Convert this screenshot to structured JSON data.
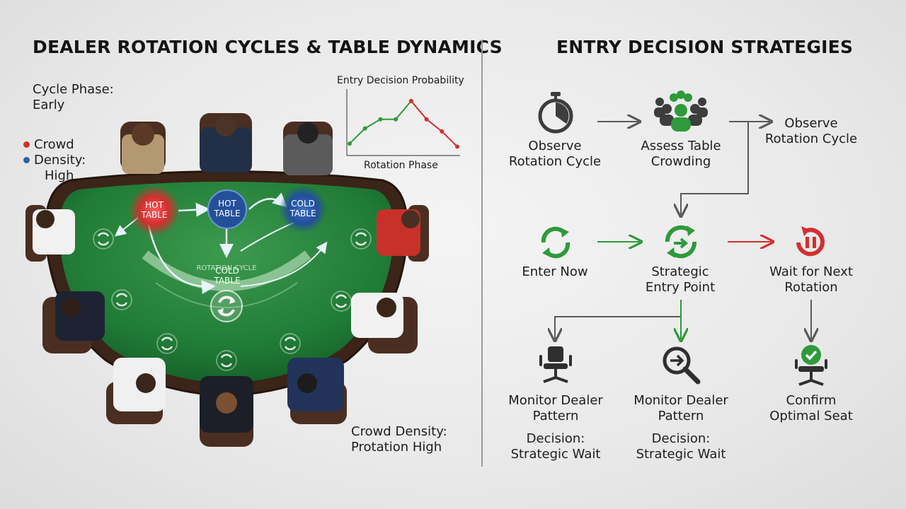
{
  "left": {
    "title": "DEALER ROTATION CYCLES & TABLE DYNAMICS",
    "cycle_phase_label": "Cycle Phase:",
    "cycle_phase_value": "Early",
    "legend": {
      "crowd": "Crowd",
      "density": "Density:",
      "density_value": "High",
      "crowd_color": "#d32f2f",
      "density_color": "#2e5fa8"
    },
    "chart": {
      "title": "Entry Decision Probability",
      "xlabel": "Rotation Phase"
    },
    "table": {
      "hot_1": [
        "HOT",
        "TABLE"
      ],
      "hot_2": [
        "HOT",
        "TABLE"
      ],
      "cold_1": [
        "COLD",
        "TABLE"
      ],
      "cold_2": [
        "COLD",
        "TABLE"
      ],
      "arc_text": "ROTATION CYCLE"
    },
    "bottom_label_1": "Crowd Density:",
    "bottom_label_2": "Protation High"
  },
  "right": {
    "title": "ENTRY DECISION STRATEGIES",
    "nodes": {
      "observe_1": [
        "Observe",
        "Rotation Cycle"
      ],
      "assess": [
        "Assess Table",
        "Crowding"
      ],
      "observe_2": [
        "Observe",
        "Rotation Cycle"
      ],
      "enter_now": [
        "Enter Now"
      ],
      "strategic": [
        "Strategic",
        "Entry Point"
      ],
      "wait": [
        "Wait for Next",
        "Rotation"
      ],
      "monitor_1": [
        "Monitor Dealer",
        "Pattern"
      ],
      "decision_1": [
        "Decision:",
        "Strategic Wait"
      ],
      "monitor_2": [
        "Monitor Dealer",
        "Pattern"
      ],
      "decision_2": [
        "Decision:",
        "Strategic Wait"
      ],
      "confirm": [
        "Confirm",
        "Optimal Seat"
      ]
    },
    "colors": {
      "green": "#2e9a3a",
      "red": "#d32f2f",
      "grey": "#5a5a5a"
    },
    "icons": [
      "stopwatch-icon",
      "crowd-icon",
      "refresh-green-icon",
      "refresh-cycle-icon",
      "pause-icon",
      "office-chair-icon",
      "magnifier-icon",
      "checked-chair-icon"
    ]
  },
  "chart_data": {
    "type": "line",
    "title": "Entry Decision Probability",
    "xlabel": "Rotation Phase",
    "ylabel": "",
    "series": [
      {
        "color": "#2e9a3a",
        "x": [
          0,
          1,
          2,
          3,
          4
        ],
        "y": [
          0.15,
          0.4,
          0.55,
          0.55,
          0.85
        ]
      },
      {
        "color": "#d32f2f",
        "x": [
          4,
          5,
          6,
          7
        ],
        "y": [
          0.85,
          0.55,
          0.35,
          0.1
        ]
      }
    ],
    "xlim": [
      0,
      7
    ],
    "ylim": [
      0,
      1
    ],
    "grid": false
  }
}
